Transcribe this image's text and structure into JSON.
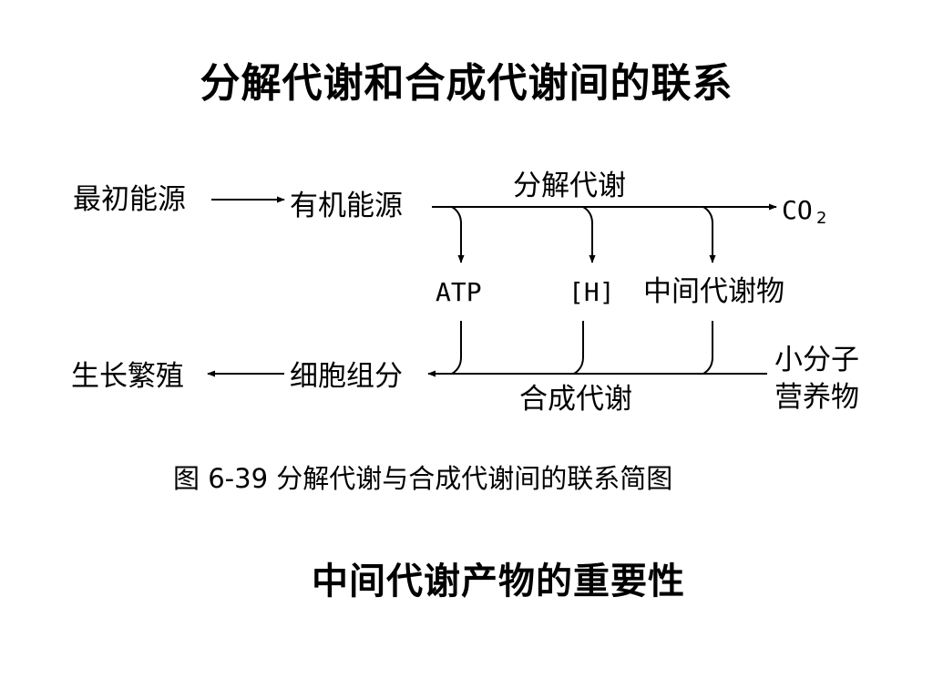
{
  "slide": {
    "title": "分解代谢和合成代谢间的联系",
    "subtitle": "中间代谢产物的重要性"
  },
  "diagram": {
    "nodes": {
      "initial_energy": "最初能源",
      "organic_energy": "有机能源",
      "co2_main": "CO",
      "co2_sub": "2",
      "atp": "ATP",
      "h": "[H]",
      "intermediate": "中间代谢物",
      "growth": "生长繁殖",
      "cell_components": "细胞组分",
      "small_molecule_line1": "小分子",
      "small_molecule_line2": "营养物"
    },
    "edge_labels": {
      "catabolism": "分解代谢",
      "anabolism": "合成代谢"
    },
    "caption": "图 6-39 分解代谢与合成代谢间的联系简图"
  }
}
